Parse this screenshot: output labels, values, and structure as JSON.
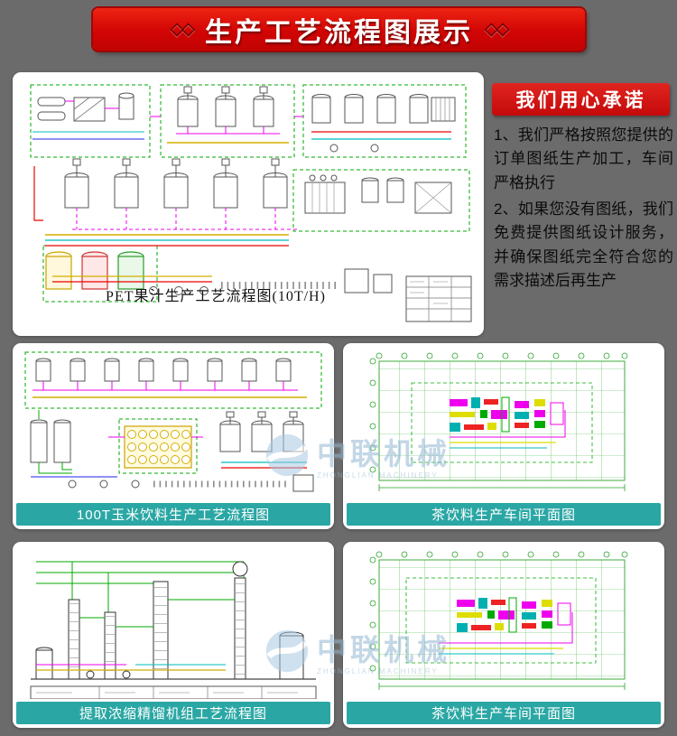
{
  "banner": {
    "deco_left": "◇◇",
    "deco_right": "◇◇",
    "title": "生产工艺流程图展示"
  },
  "promise": {
    "badge": "我们用心承诺",
    "items": [
      "1、我们严格按照您提供的订单图纸生产加工，车间严格执行",
      "2、如果您没有图纸，我们免费提供图纸设计服务，并确保图纸完全符合您的需求描述后再生产"
    ]
  },
  "panels": {
    "pet": {
      "caption": "PET果汁生产工艺流程图(10T/H)"
    },
    "corn": {
      "caption": "100T玉米饮料生产工艺流程图"
    },
    "tea_top": {
      "caption": "茶饮料生产车间平面图"
    },
    "distill": {
      "caption": "提取浓缩精馏机组工艺流程图"
    },
    "tea_bottom": {
      "caption": "茶饮料生产车间平面图"
    }
  },
  "watermark": {
    "text": "中联机械",
    "subtext": "ZHONGLIAN MACHINERY"
  },
  "colors": {
    "background_gray": "#6b6b6b",
    "banner_red": "#d20505",
    "badge_red": "#c40a0a",
    "caption_teal": "#2aa7a4",
    "watermark_blue": "#93b7d2"
  }
}
